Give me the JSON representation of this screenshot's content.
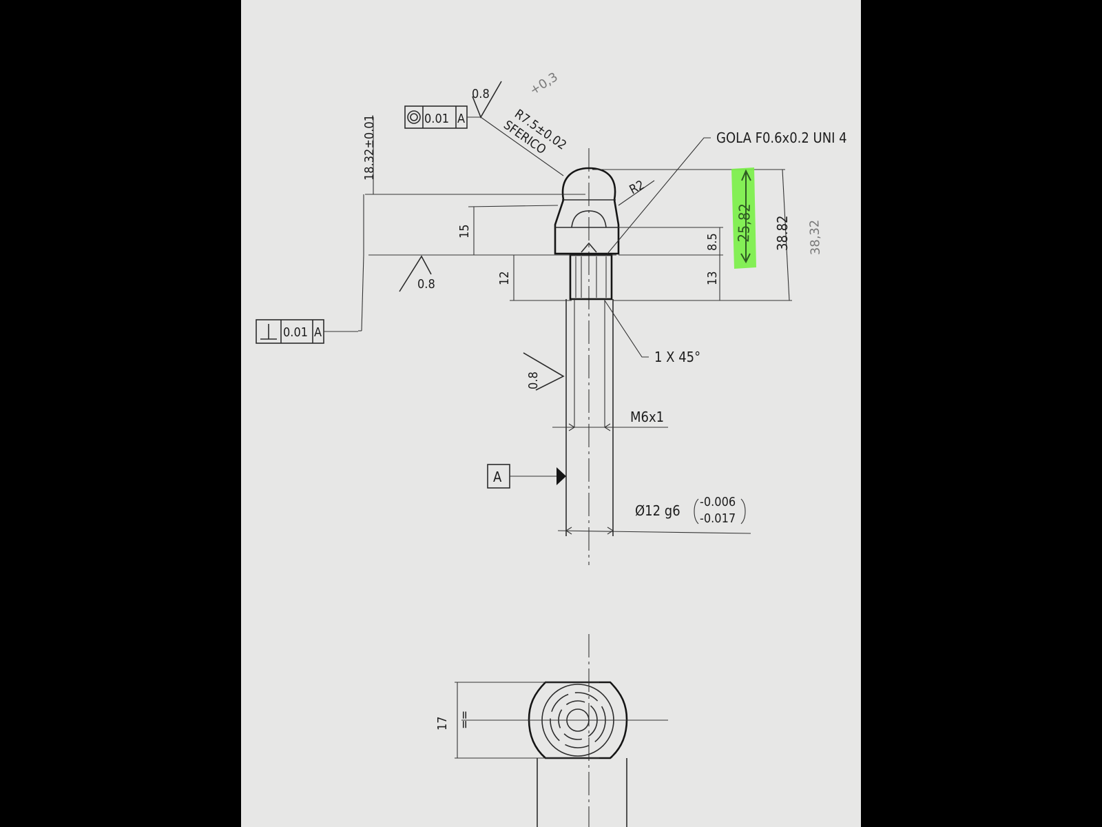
{
  "drawing": {
    "callouts": {
      "roughness_top": "0.8",
      "radius": "R7.5±0.02",
      "sferico": "SFERICO",
      "pencil_tolerance": "+0,3",
      "gola": "GOLA F0.6x0.2 UNI 4",
      "fillet": "R2",
      "chamfer": "1 X 45°",
      "thread": "M6x1",
      "datum_label": "A",
      "diameter_main": "Ø12 g6",
      "tol_upper": "-0.006",
      "tol_lower": "-0.017",
      "roughness_left": "0.8",
      "roughness_shaft": "0.8"
    },
    "dimensions": {
      "height_18": "18.32±0.01",
      "dim_15": "15",
      "dim_12": "12",
      "dim_8_5": "8.5",
      "dim_13": "13",
      "dim_38_82": "38.82",
      "highlighted": "25,82",
      "pencil_38": "38,32",
      "flat_17": "17"
    },
    "feature_frames": {
      "concentricity": {
        "value": "0.01",
        "datum": "A"
      },
      "perpendicularity": {
        "value": "0.01",
        "datum": "A"
      }
    },
    "colors": {
      "highlighter": "#7cf04a",
      "paper": "#e7e7e6",
      "ink": "#1c1c1c"
    }
  }
}
